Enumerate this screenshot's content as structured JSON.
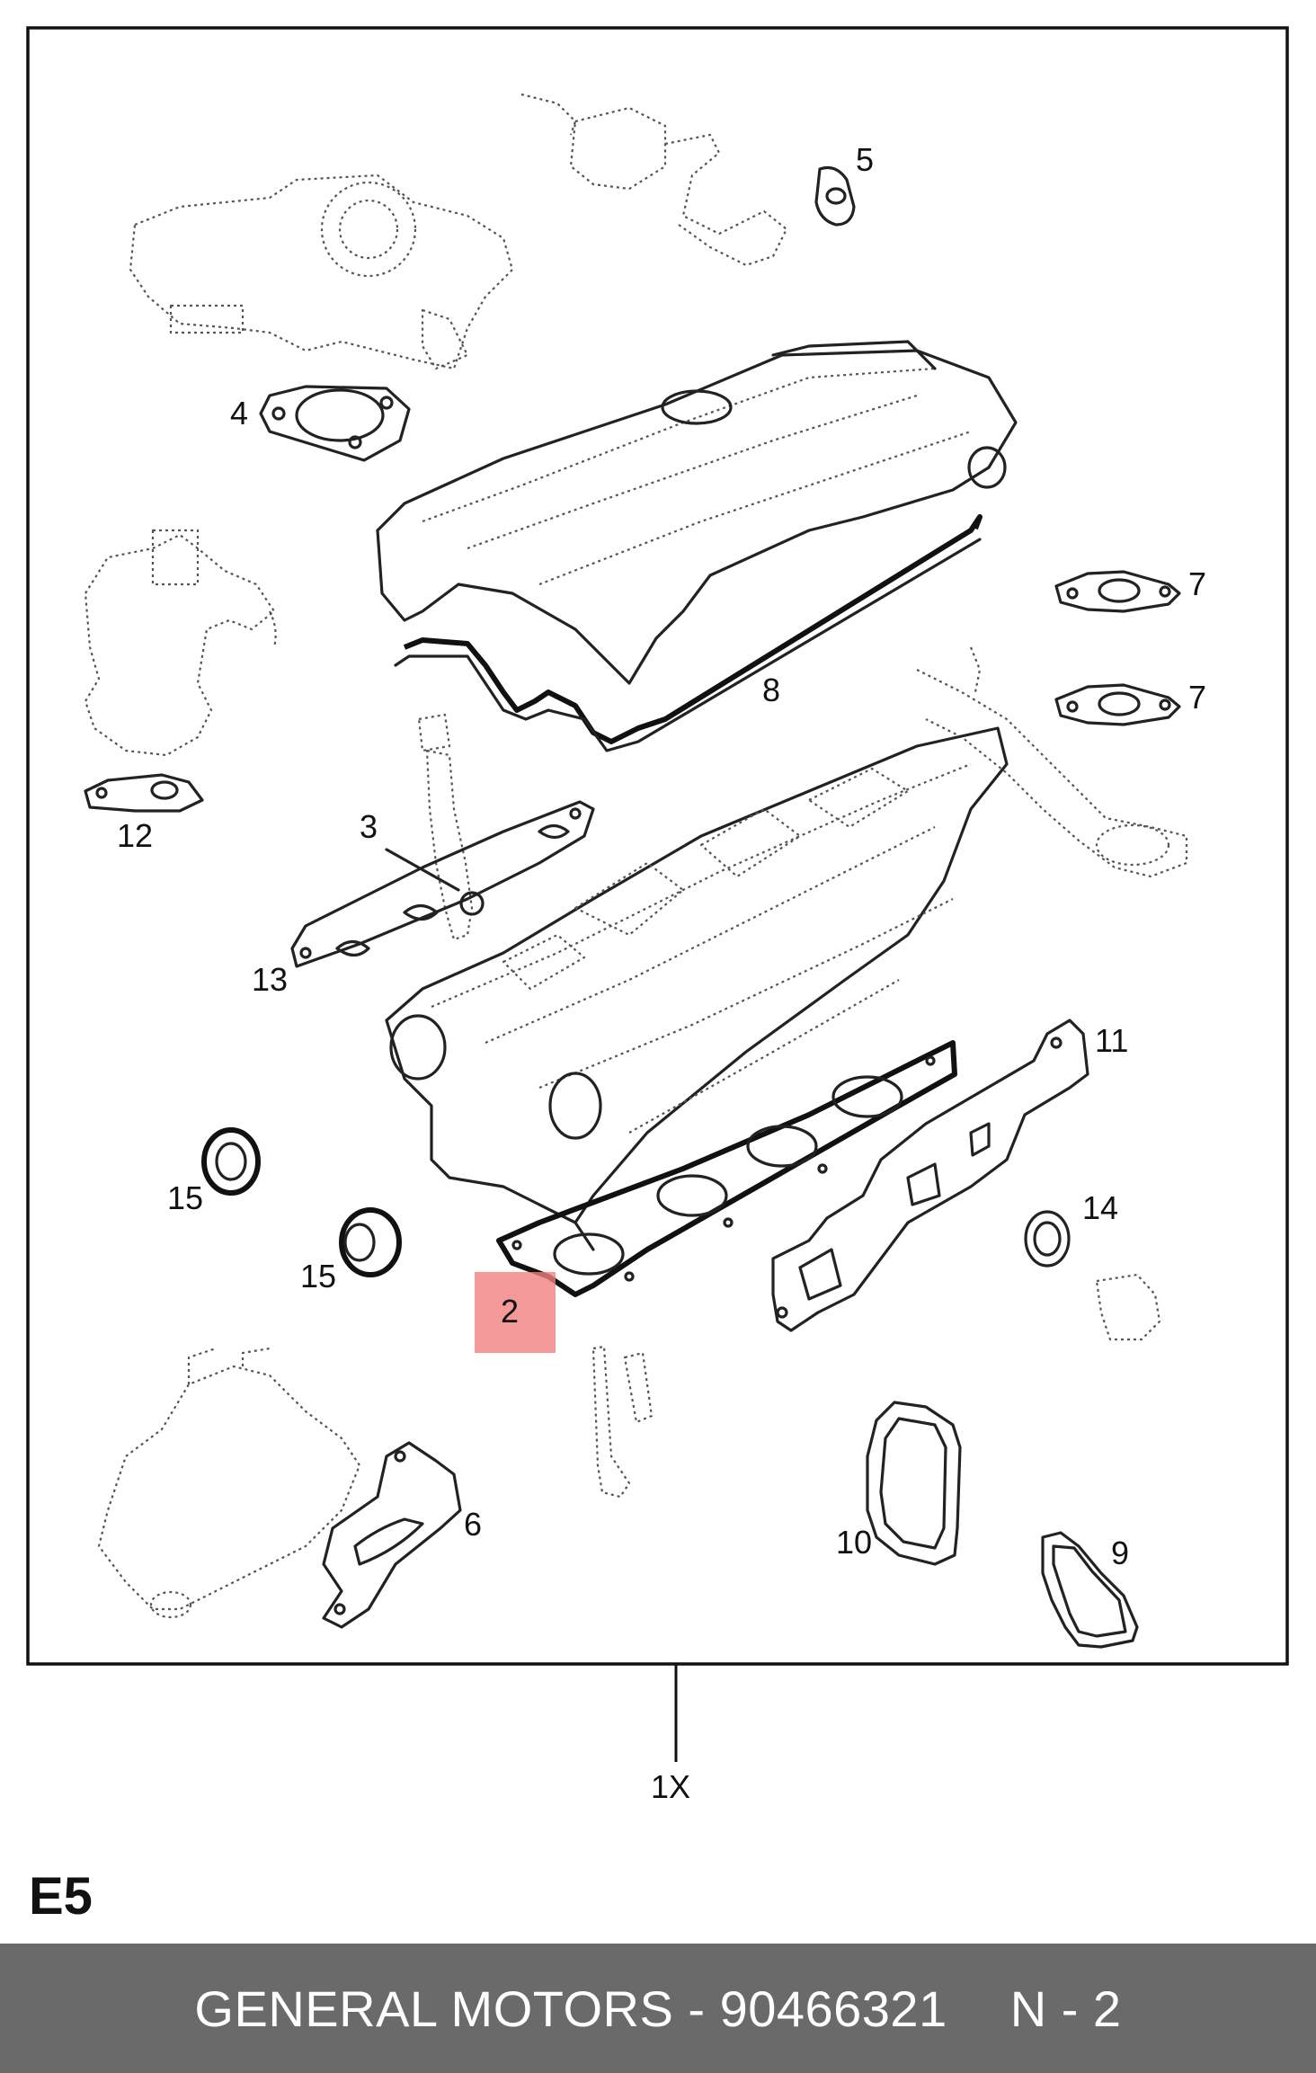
{
  "diagram": {
    "callouts": {
      "c1x": "1X",
      "c2": "2",
      "c3": "3",
      "c4": "4",
      "c5": "5",
      "c6": "6",
      "c7a": "7",
      "c7b": "7",
      "c8": "8",
      "c9": "9",
      "c10": "10",
      "c11": "11",
      "c12": "12",
      "c13": "13",
      "c14": "14",
      "c15a": "15",
      "c15b": "15"
    },
    "highlight_color": "#f08080",
    "highlighted_part": "2"
  },
  "section_label": "E5",
  "footer": {
    "manufacturer_part": "GENERAL MOTORS - 90466321",
    "ref": "N - 2"
  }
}
